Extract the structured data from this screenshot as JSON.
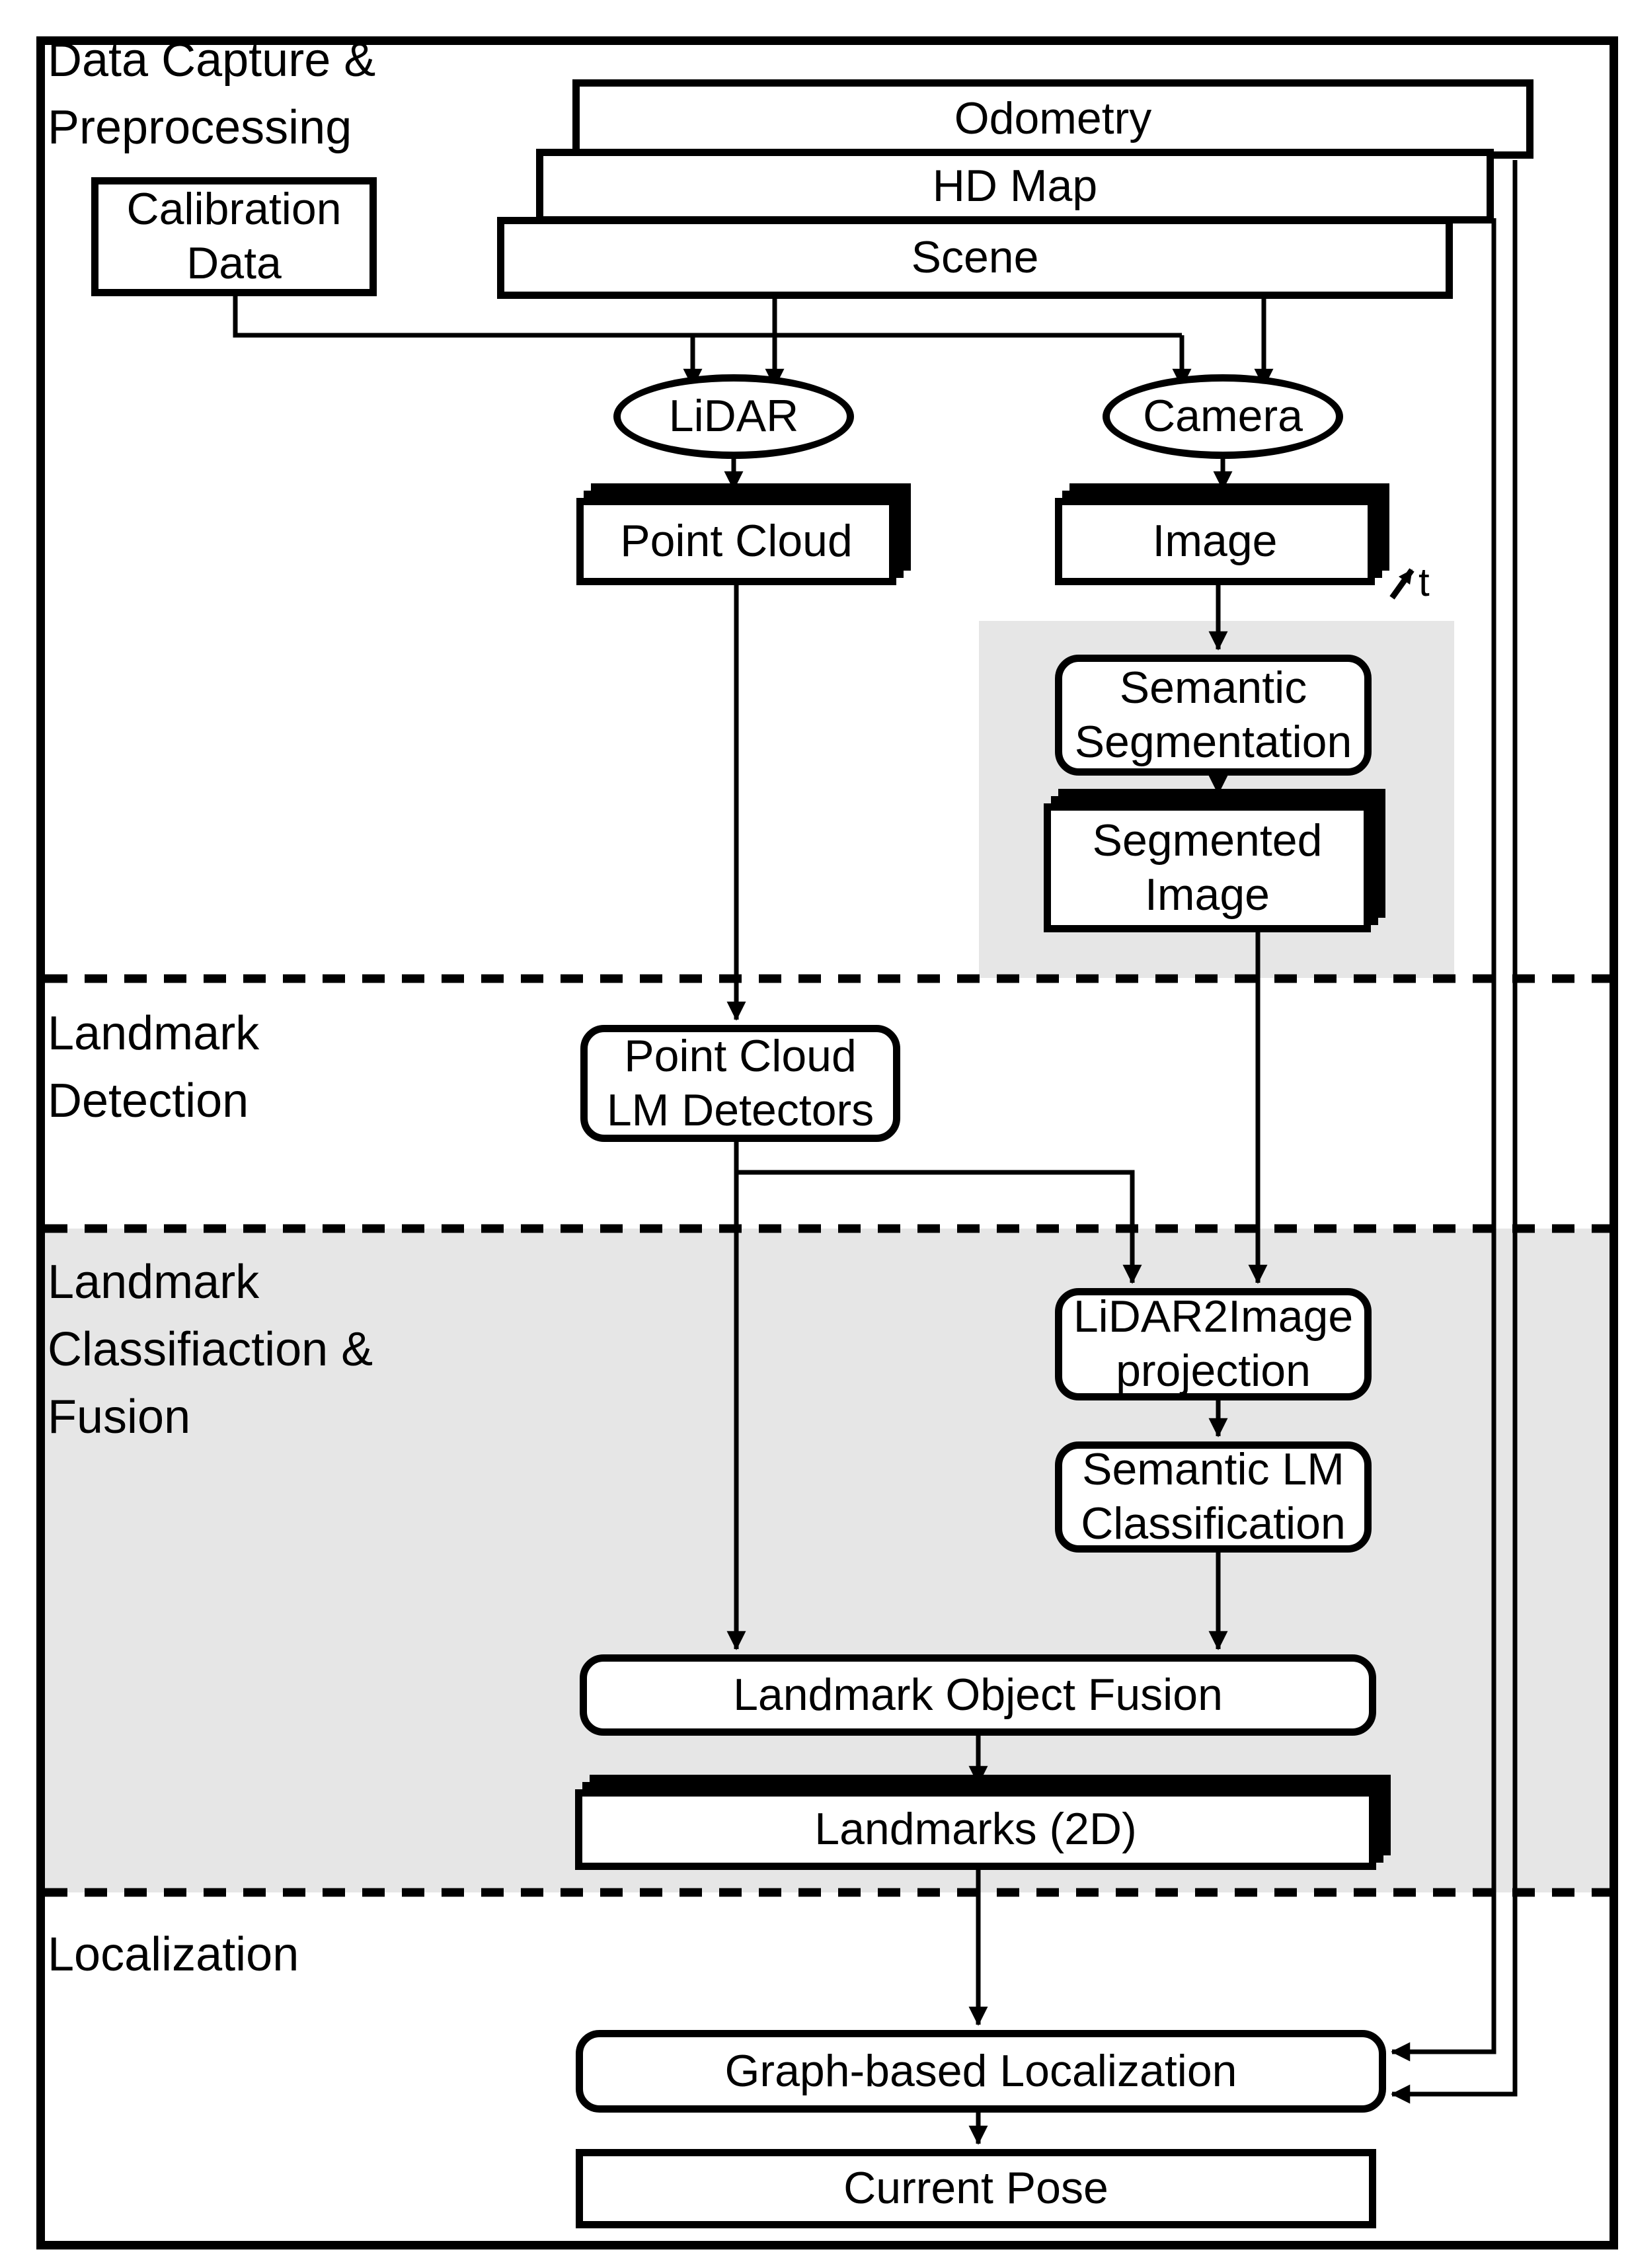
{
  "sections": {
    "data_capture": "Data Capture & Preprocessing",
    "landmark_detection": "Landmark Detection",
    "landmark_classification": "Landmark Classifiaction & Fusion",
    "localization": "Localization"
  },
  "nodes": {
    "odometry": "Odometry",
    "hd_map": "HD Map",
    "scene": "Scene",
    "calibration": "Calibration Data",
    "lidar": "LiDAR",
    "camera": "Camera",
    "point_cloud": "Point Cloud",
    "image": "Image",
    "semantic_segmentation": "Semantic Segmentation",
    "segmented_image": "Segmented Image",
    "pc_lm_detectors": "Point Cloud LM Detectors",
    "lidar2image": "LiDAR2Image projection",
    "semantic_lm": "Semantic LM Classification",
    "landmark_fusion": "Landmark Object Fusion",
    "landmarks_2d": "Landmarks (2D)",
    "graph_localization": "Graph-based Localization",
    "current_pose": "Current Pose"
  },
  "annotations": {
    "time_label": "t"
  },
  "colors": {
    "stroke": "#000000",
    "section_fill": "#e6e6e6",
    "node_fill": "#ffffff"
  },
  "edges": [
    {
      "from": "calibration",
      "to": "lidar"
    },
    {
      "from": "calibration",
      "to": "camera"
    },
    {
      "from": "scene",
      "to": "lidar"
    },
    {
      "from": "scene",
      "to": "camera"
    },
    {
      "from": "lidar",
      "to": "point_cloud"
    },
    {
      "from": "camera",
      "to": "image"
    },
    {
      "from": "image",
      "to": "semantic_segmentation"
    },
    {
      "from": "semantic_segmentation",
      "to": "segmented_image"
    },
    {
      "from": "segmented_image",
      "to": "lidar2image"
    },
    {
      "from": "point_cloud",
      "to": "pc_lm_detectors"
    },
    {
      "from": "pc_lm_detectors",
      "to": "lidar2image"
    },
    {
      "from": "pc_lm_detectors",
      "to": "landmark_fusion"
    },
    {
      "from": "lidar2image",
      "to": "semantic_lm"
    },
    {
      "from": "semantic_lm",
      "to": "landmark_fusion"
    },
    {
      "from": "landmark_fusion",
      "to": "landmarks_2d"
    },
    {
      "from": "landmarks_2d",
      "to": "graph_localization"
    },
    {
      "from": "hd_map",
      "to": "graph_localization"
    },
    {
      "from": "odometry",
      "to": "graph_localization"
    },
    {
      "from": "graph_localization",
      "to": "current_pose"
    }
  ]
}
